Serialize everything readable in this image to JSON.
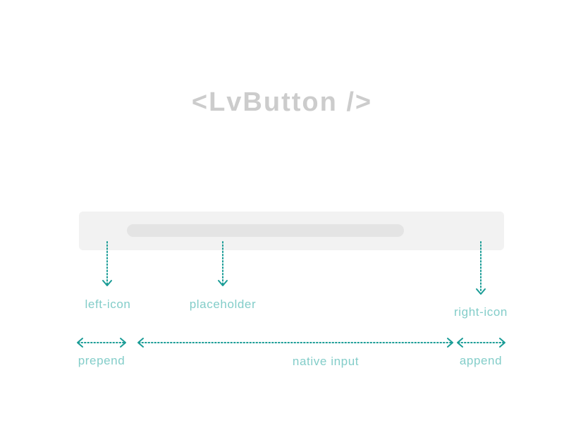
{
  "title": "<LvButton />",
  "labels": {
    "left_icon": "left-icon",
    "placeholder": "placeholder",
    "right_icon": "right-icon",
    "prepend": "prepend",
    "native_input": "native input",
    "append": "append"
  },
  "colors": {
    "accent": "#1a9c96",
    "label": "#83cdc9",
    "title": "#cccccc",
    "input_bg": "#f2f2f2",
    "placeholder_bar": "#e4e4e4"
  }
}
